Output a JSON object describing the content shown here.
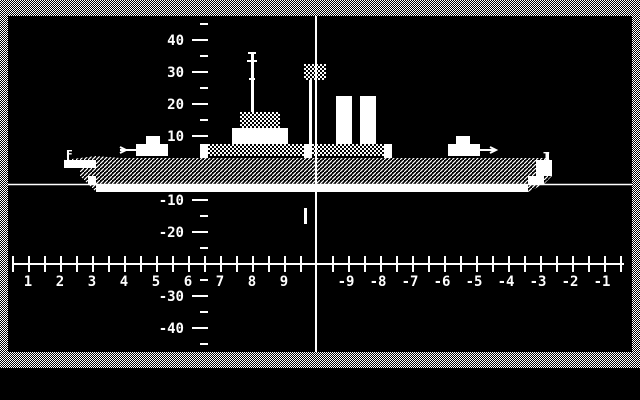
{
  "periscope": {
    "vertical_scale": [
      "40",
      "30",
      "20",
      "10",
      "-10",
      "-20",
      "-30",
      "-40"
    ],
    "horizontal_scale": [
      "1",
      "2",
      "3",
      "4",
      "5",
      "6",
      "7",
      "8",
      "9",
      "-9",
      "-8",
      "-7",
      "-6",
      "-5",
      "-4",
      "-3",
      "-2",
      "-1"
    ]
  },
  "target_ship": {
    "bow_flag": "F",
    "stern_flag": "T"
  },
  "colors": {
    "foreground": "#ffffff",
    "background": "#000000"
  }
}
